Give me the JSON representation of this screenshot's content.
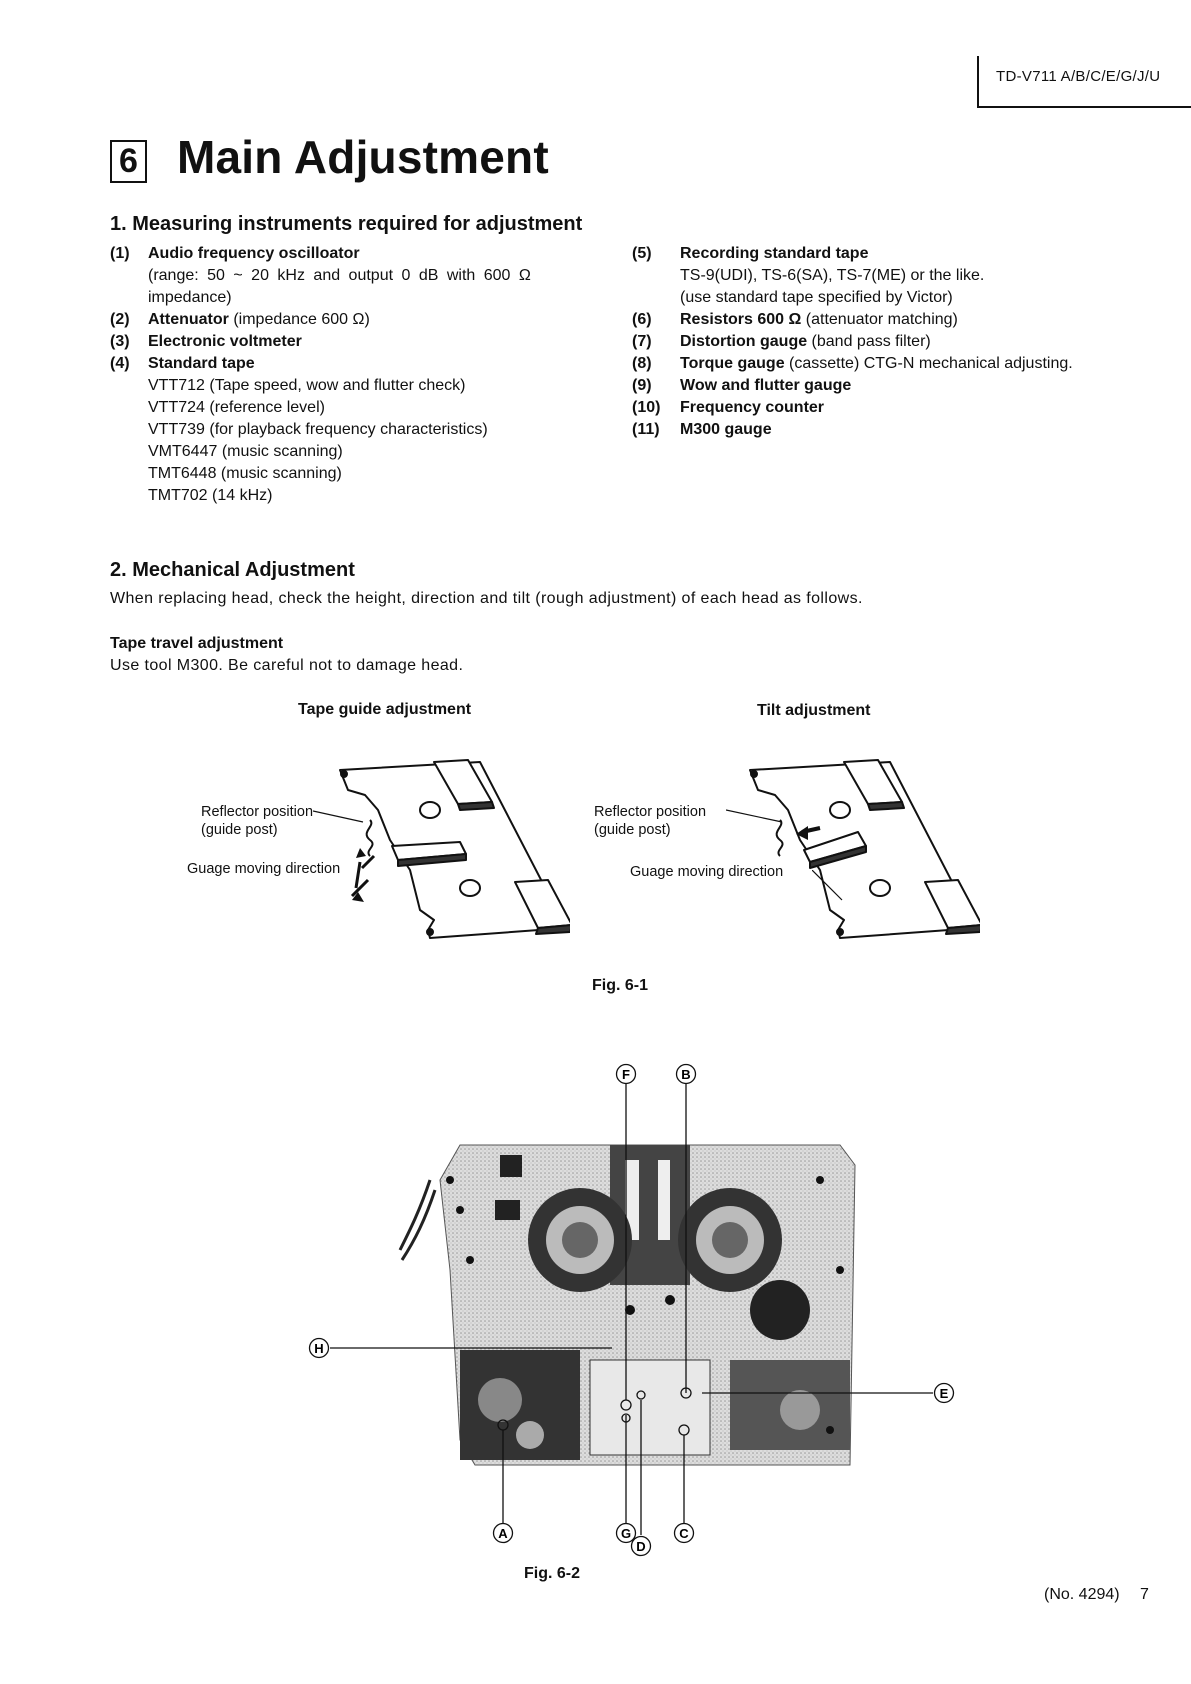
{
  "header": {
    "model": "TD-V711 A/B/C/E/G/J/U"
  },
  "section": {
    "number": "6",
    "title": "Main Adjustment"
  },
  "instruments": {
    "heading": "1.  Measuring instruments required for adjustment",
    "left": [
      {
        "num": "(1)",
        "name": "Audio frequency oscilloator",
        "rest": "",
        "lines": [
          "(range:  50 ~ 20 kHz  and  output  0 dB  with  600 Ω",
          "impedance)"
        ]
      },
      {
        "num": "(2)",
        "name": "Attenuator",
        "rest": " (impedance 600 Ω)",
        "lines": []
      },
      {
        "num": "(3)",
        "name": "Electronic voltmeter",
        "rest": "",
        "lines": []
      },
      {
        "num": "(4)",
        "name": "Standard tape",
        "rest": "",
        "lines": [
          "VTT712 (Tape speed, wow and flutter check)",
          "VTT724 (reference level)",
          "VTT739 (for playback frequency characteristics)",
          "VMT6447 (music scanning)",
          "TMT6448 (music scanning)",
          "TMT702 (14 kHz)"
        ]
      }
    ],
    "right": [
      {
        "num": "(5)",
        "name": "Recording standard tape",
        "rest": "",
        "lines": [
          "TS-9(UDI), TS-6(SA), TS-7(ME) or the like.",
          "(use standard tape specified by Victor)"
        ]
      },
      {
        "num": "(6)",
        "name": "Resistors 600 Ω",
        "rest": " (attenuator matching)",
        "lines": []
      },
      {
        "num": "(7)",
        "name": "Distortion gauge",
        "rest": " (band pass filter)",
        "lines": []
      },
      {
        "num": "(8)",
        "name": "Torque gauge",
        "rest": " (cassette) CTG-N mechanical adjusting.",
        "lines": []
      },
      {
        "num": "(9)",
        "name": "Wow and flutter gauge",
        "rest": "",
        "lines": []
      },
      {
        "num": "(10)",
        "name": "Frequency counter",
        "rest": "",
        "lines": []
      },
      {
        "num": "(11)",
        "name": "M300 gauge",
        "rest": "",
        "lines": []
      }
    ]
  },
  "mechanical": {
    "heading": "2.  Mechanical Adjustment",
    "intro": "When replacing head, check the height, direction and tilt (rough adjustment) of each head as follows.",
    "sub_heading": "Tape travel adjustment",
    "sub_text": "Use tool M300. Be careful not to damage head."
  },
  "fig1": {
    "left_title": "Tape guide adjustment",
    "right_title": "Tilt adjustment",
    "left_reflector_1": "Reflector position",
    "left_reflector_2": "(guide post)",
    "left_gauge": "Guage moving direction",
    "right_reflector_1": "Reflector position",
    "right_reflector_2": "(guide post)",
    "right_gauge": "Guage moving direction",
    "caption": "Fig. 6-1"
  },
  "fig2": {
    "markers": {
      "A": "A",
      "B": "B",
      "C": "C",
      "D": "D",
      "E": "E",
      "F": "F",
      "G": "G",
      "H": "H"
    },
    "caption": "Fig. 6-2"
  },
  "footer": {
    "doc_no": "(No. 4294)",
    "page": "7"
  }
}
